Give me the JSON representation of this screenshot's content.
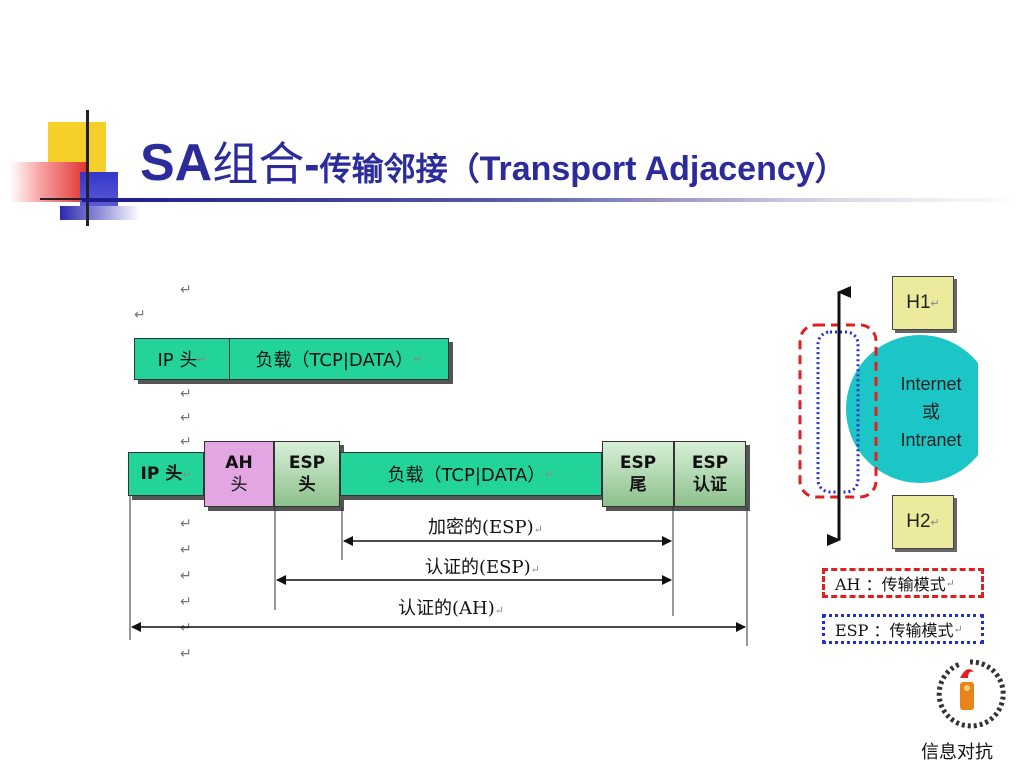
{
  "title": {
    "sa": "SA",
    "zh_combo": "组合",
    "dash": "-",
    "zh_mode": "传输邻接（",
    "en": "Transport Adjacency",
    "close": "）"
  },
  "packet_original": {
    "ip_header": "IP 头",
    "payload": "负载（TCP|DATA）"
  },
  "packet_protected": {
    "ip_header": "IP 头",
    "ah_header_line1": "AH",
    "ah_header_line2": "头",
    "esp_header_line1": "ESP",
    "esp_header_line2": "头",
    "payload": "负载（TCP|DATA）",
    "esp_trailer_line1": "ESP",
    "esp_trailer_line2": "尾",
    "esp_auth_line1": "ESP",
    "esp_auth_line2": "认证"
  },
  "ranges": {
    "encrypted_esp": "加密的(ESP)",
    "auth_esp": "认证的(ESP)",
    "auth_ah": "认证的(AH)"
  },
  "return_mark": "↵",
  "network": {
    "h1": "H1",
    "internet_line1": "Internet",
    "internet_line2": "或",
    "internet_line3": "Intranet",
    "h2": "H2"
  },
  "legend": {
    "ah": "AH ：传输模式",
    "esp": "ESP ：传输模式"
  },
  "logo": {
    "label": "信息对抗"
  },
  "colors": {
    "title": "#2b2b9c",
    "ip_payload_green": "#22d39a",
    "ah_pink": "#e2a6e2",
    "esp_gray_green": "#b8e0b8",
    "globe_cyan": "#1cc6c6",
    "host_yellow": "#ecea9c",
    "ah_red": "#e02020",
    "esp_blue": "#2030d0"
  }
}
